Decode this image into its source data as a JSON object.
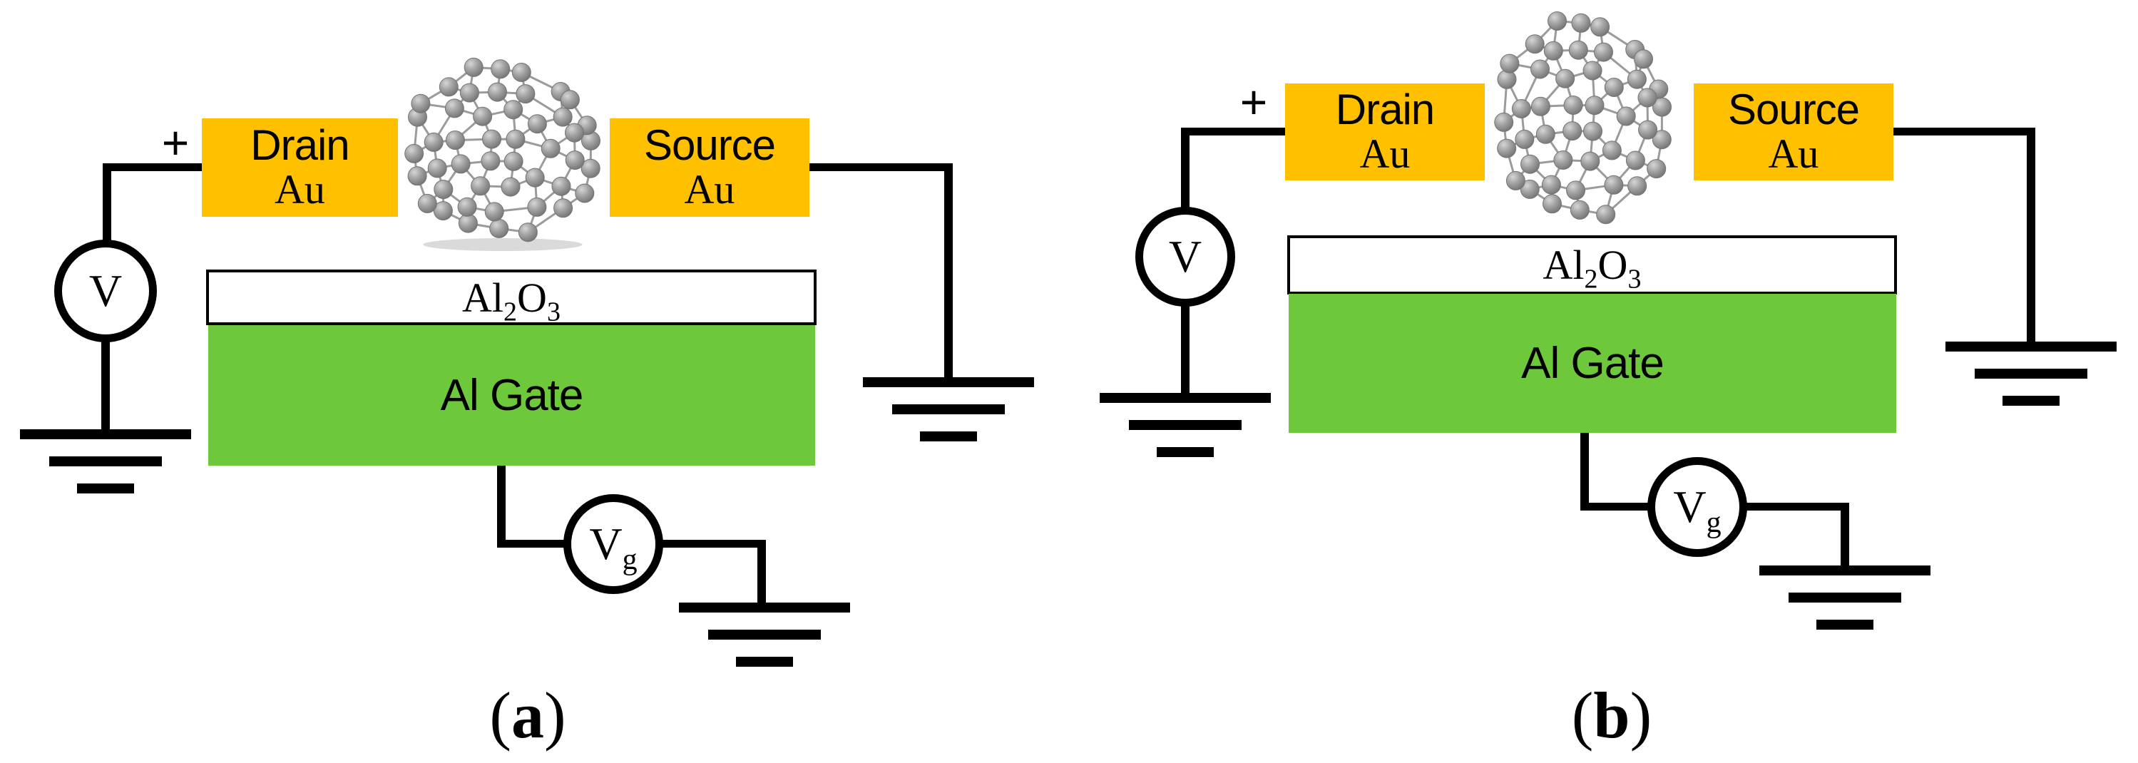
{
  "figure": {
    "colors": {
      "electrode_fill": "#FFC000",
      "gate_fill": "#6EC83C",
      "oxide_fill": "#FFFFFF",
      "wire": "#000000",
      "molecule_atom": "#9A9A9A",
      "molecule_bond": "#9B9B9B"
    },
    "molecule_icon": "c60-fullerene-molecule",
    "panels": [
      {
        "plus_sign": "+",
        "drain": {
          "line1": "Drain",
          "line2": "Au"
        },
        "source": {
          "line1": "Source",
          "line2": "Au"
        },
        "oxide": {
          "el1": "Al",
          "sub1": "2",
          "el2": "O",
          "sub2": "3"
        },
        "gate_label": "Al Gate",
        "voltmeter_label": "V",
        "gate_voltage": {
          "base": "V",
          "sub": "g"
        },
        "caption": {
          "open": "(",
          "letter": "a",
          "close": ")"
        }
      },
      {
        "plus_sign": "+",
        "drain": {
          "line1": "Drain",
          "line2": "Au"
        },
        "source": {
          "line1": "Source",
          "line2": "Au"
        },
        "oxide": {
          "el1": "Al",
          "sub1": "2",
          "el2": "O",
          "sub2": "3"
        },
        "gate_label": "Al Gate",
        "voltmeter_label": "V",
        "gate_voltage": {
          "base": "V",
          "sub": "g"
        },
        "caption": {
          "open": "(",
          "letter": "b",
          "close": ")"
        }
      }
    ]
  }
}
